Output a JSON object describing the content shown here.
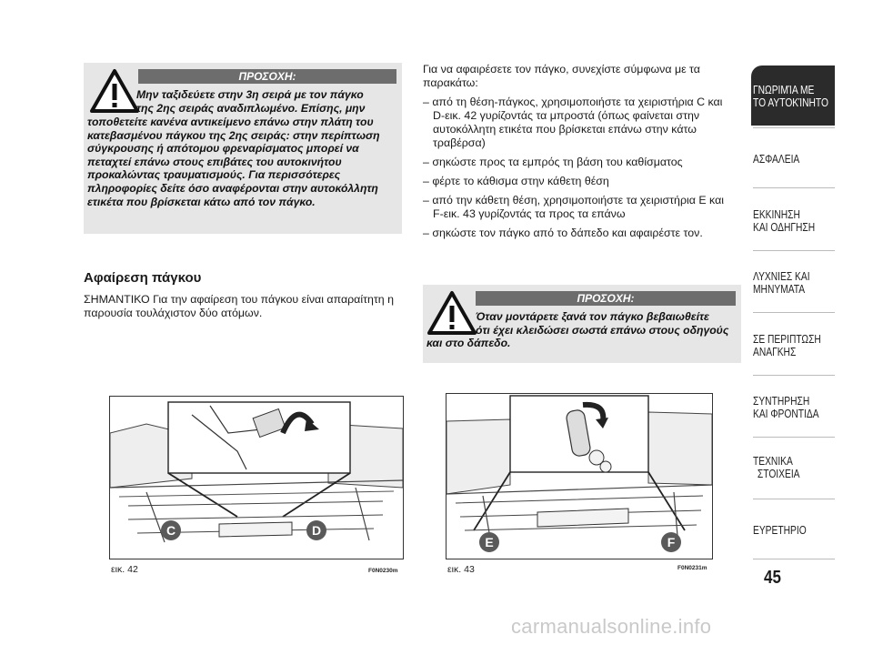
{
  "warning_left": {
    "header": "ΠΡΟΣΟΧΗ:",
    "lines": [
      "Μην ταξιδεύετε στην 3η σειρά με τον πάγκο",
      "της 2ης σειράς αναδιπλωμένο. Επίσης, μην",
      "τοποθετείτε κανένα αντικείμενο επάνω στην πλάτη του",
      "κατεβασμένου πάγκου της 2ης σειράς: στην περίπτωση",
      "σύγκρουσης ή απότομου φρεναρίσματος μπορεί να",
      "πεταχτεί επάνω στους επιβάτες του αυτοκινήτου",
      "προκαλώντας τραυματισμούς. Για περισσότερες",
      "πληροφορίες δείτε όσο αναφέρονται στην αυτοκόλλητη",
      "ετικέτα που βρίσκεται κάτω από τον πάγκο."
    ]
  },
  "section": {
    "title": "Αφαίρεση πάγκου",
    "lines": [
      "ΣΗΜΑΝΤΙΚΟ Για την αφαίρεση του πάγκου είναι απαραίτητη η",
      "παρουσία τουλάχιστον δύο ατόμων."
    ]
  },
  "right_text": {
    "intro": [
      "Για να αφαιρέσετε τον πάγκο, συνεχίστε σύμφωνα με τα",
      "παρακάτω:"
    ],
    "bullets": [
      [
        "– από τη θέση-πάγκος, χρησιμοποιήστε τα χειριστήρια C και",
        "D-εικ. 42 γυρίζοντάς τα μπροστά (όπως φαίνεται στην",
        "αυτοκόλλητη ετικέτα που βρίσκεται επάνω στην κάτω",
        "τραβέρσα)"
      ],
      [
        "– σηκώστε προς τα εμπρός τη βάση του καθίσματος"
      ],
      [
        "– φέρτε το κάθισμα στην κάθετη θέση"
      ],
      [
        "– από την κάθετη θέση, χρησιμοποιήστε τα χειριστήρια E και",
        "F-εικ. 43 γυρίζοντάς τα προς τα επάνω"
      ],
      [
        "– σηκώστε τον πάγκο από το δάπεδο και αφαιρέστε τον."
      ]
    ]
  },
  "warning_right": {
    "header": "ΠΡΟΣΟΧΗ:",
    "lines": [
      "Όταν μοντάρετε ξανά τον πάγκο βεβαιωθείτε",
      "ότι έχει κλειδώσει σωστά επάνω στους οδηγούς",
      "και στο δάπεδο."
    ]
  },
  "figures": [
    {
      "caption": "εικ. 42",
      "code": "F0N0230m",
      "labels": [
        "C",
        "D"
      ]
    },
    {
      "caption": "εικ. 43",
      "code": "F0N0231m",
      "labels": [
        "E",
        "F"
      ]
    }
  ],
  "nav": {
    "active": [
      "ΓΝΩΡΙΜΊΑ ΜΕ",
      "ΤΟ ΑΥΤΟΚΊΝΗΤΟ"
    ],
    "items": [
      [
        "ΑΣΦΑΛΕΙΑ"
      ],
      [
        "ΕΚΚΙΝΗΣΗ",
        "ΚΑΙ ΟΔΗΓΗΣΗ"
      ],
      [
        "ΛΥΧΝΙΕΣ ΚΑΙ",
        "ΜΗΝΥΜΑΤΑ"
      ],
      [
        "ΣΕ ΠΕΡΙΠΤΩΣΗ",
        "ΑΝΑΓΚΗΣ"
      ],
      [
        "ΣΥΝΤΗΡΗΣΗ",
        "ΚΑΙ ΦΡΟΝΤΙΔΑ"
      ],
      [
        "ΤΕΧΝΙΚΑ",
        "ΣΤΟΙΧΕΙΑ"
      ],
      [
        "ΕΥΡΕΤΗΡΙΟ"
      ]
    ]
  },
  "page_number": "45",
  "watermark": "carmanualsonline.info",
  "colors": {
    "warning_bg": "#e6e6e6",
    "warning_header": "#6d6d6d",
    "nav_active": "#2b2b2b",
    "label_badge": "#5a5a5a"
  }
}
